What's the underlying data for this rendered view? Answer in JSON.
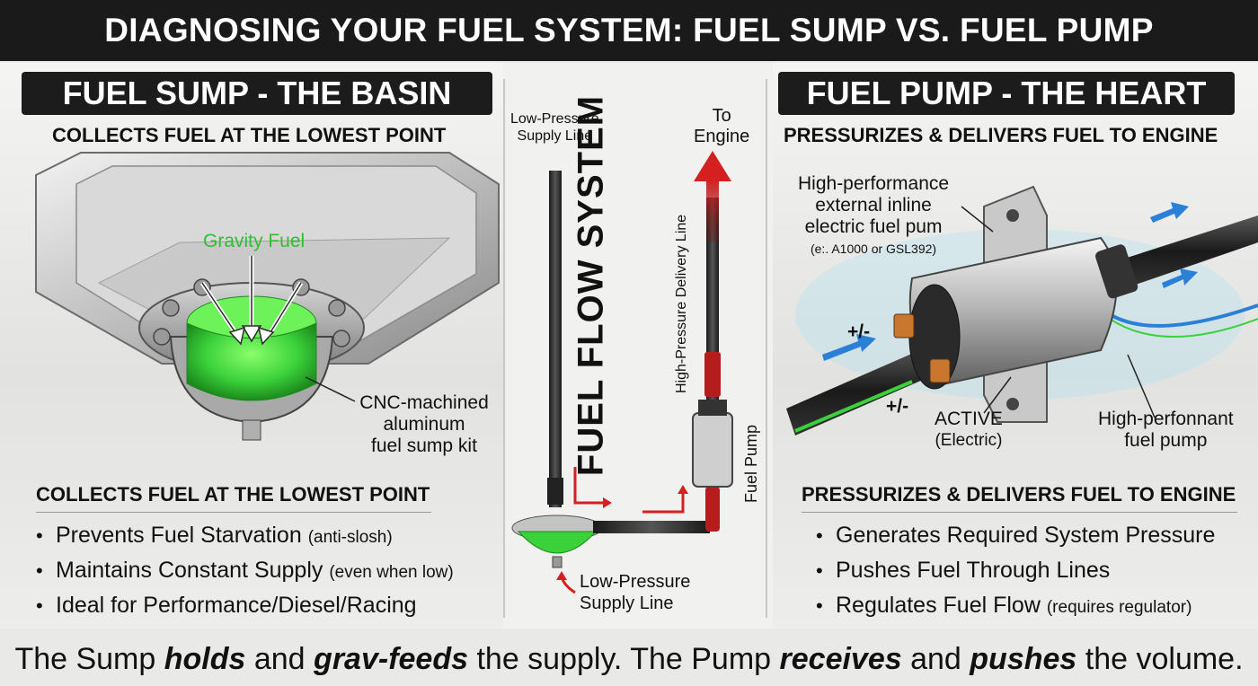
{
  "title": "DIAGNOSING YOUR FUEL SYSTEM: FUEL SUMP VS. FUEL PUMP",
  "left": {
    "header": "FUEL SUMP - THE BASIN",
    "subheader": "COLLECTS FUEL AT THE LOWEST POINT",
    "illustration_labels": {
      "gravity": "Gravity Fuel",
      "kit_line1": "CNC-machined",
      "kit_line2": "aluminum",
      "kit_line3": "fuel sump kit"
    },
    "section_heading": "COLLECTS FUEL AT THE LOWEST POINT",
    "bullets": [
      {
        "text": "Prevents Fuel Starvation",
        "note": "(anti-slosh)"
      },
      {
        "text": "Maintains Constant Supply",
        "note": "(even when low)"
      },
      {
        "text": "Ideal for Performance/Diesel/Racing",
        "note": ""
      }
    ]
  },
  "center": {
    "vertical_title": "FUEL FLOW SYSTEM",
    "supply_top_line1": "Low-Pressure",
    "supply_top_line2": "Supply Line",
    "engine_line1": "To",
    "engine_line2": "Engine",
    "delivery_line": "High-Pressure Delivery Line",
    "pump_label": "Fuel Pump",
    "supply_bottom_line1": "Low-Pressure",
    "supply_bottom_line2": "Supply Line"
  },
  "right": {
    "header": "FUEL PUMP - THE HEART",
    "subheader": "PRESSURIZES & DELIVERS FUEL TO ENGINE",
    "illustration_labels": {
      "pump_line1": "High-performance",
      "pump_line2": "external inline",
      "pump_line3": "electric fuel pum",
      "pump_example": "(e:. A1000 or GSL392)",
      "polarity_top": "+/-",
      "polarity_bottom": "+/-",
      "active": "ACTIVE",
      "active_sub": "(Electric)",
      "hp_line1": "High-perfonnant",
      "hp_line2": "fuel pump"
    },
    "section_heading": "PRESSURIZES & DELIVERS FUEL TO ENGINE",
    "bullets": [
      {
        "text": "Generates Required System Pressure",
        "note": ""
      },
      {
        "text": "Pushes Fuel Through Lines",
        "note": ""
      },
      {
        "text": "Regulates Fuel Flow",
        "note": "(requires regulator)"
      }
    ]
  },
  "footer": {
    "p1": "The Sump ",
    "b1": "holds",
    "p2": " and ",
    "b2": "grav-feeds",
    "p3": " the supply. The Pump ",
    "b3": "receives",
    "p4": " and ",
    "b4": "pushes",
    "p5": " the volume."
  },
  "colors": {
    "fuel_green": "#3bd13b",
    "arrow_red": "#d42020",
    "flow_blue": "#2a7fd6",
    "header_bg": "#1c1c1c"
  }
}
